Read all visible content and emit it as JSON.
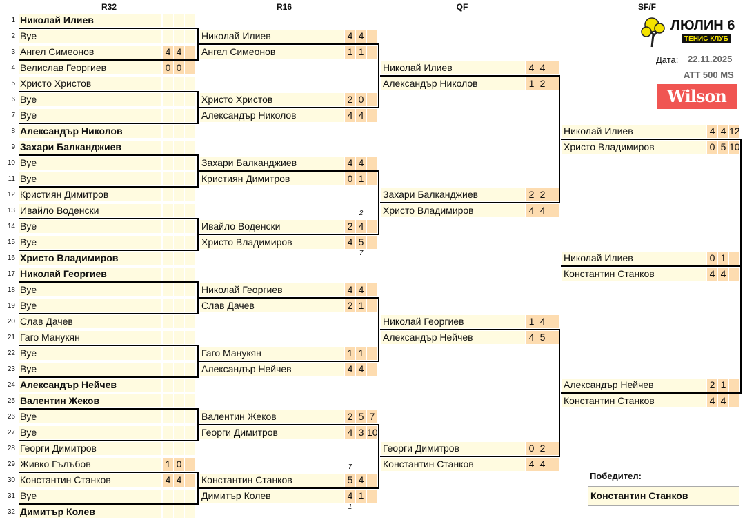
{
  "headers": {
    "r32": "R32",
    "r16": "R16",
    "qf": "QF",
    "sf": "SF/F"
  },
  "club": {
    "name": "ЛЮЛИН 6",
    "subtitle": "ТЕНИС КЛУБ"
  },
  "info": {
    "date_label": "Дата:",
    "date": "22.11.2025",
    "category": "ATT 500 MS"
  },
  "sponsor": "Wilson",
  "colors": {
    "name_bg": "#fffbe0",
    "score_bg": "#fddcb0",
    "sponsor": "#f05552",
    "logo_yellow": "#f4e300"
  },
  "r32": [
    {
      "num": "1",
      "name": "Николай Илиев",
      "seed": true,
      "scores": []
    },
    {
      "num": "2",
      "name": "Bye",
      "scores": []
    },
    {
      "num": "3",
      "name": "Ангел Симеонов",
      "scores": [
        "4",
        "4"
      ]
    },
    {
      "num": "4",
      "name": "Велислав Георгиев",
      "scores": [
        "0",
        "0"
      ]
    },
    {
      "num": "5",
      "name": "Христо Христов",
      "scores": []
    },
    {
      "num": "6",
      "name": "Bye",
      "scores": []
    },
    {
      "num": "7",
      "name": "Bye",
      "scores": []
    },
    {
      "num": "8",
      "name": "Александър Николов",
      "seed": true,
      "scores": []
    },
    {
      "num": "9",
      "name": "Захари Балканджиев",
      "seed": true,
      "scores": []
    },
    {
      "num": "10",
      "name": "Bye",
      "scores": []
    },
    {
      "num": "11",
      "name": "Bye",
      "scores": []
    },
    {
      "num": "12",
      "name": "Кристиян Димитров",
      "scores": []
    },
    {
      "num": "13",
      "name": "Ивайло Воденски",
      "scores": []
    },
    {
      "num": "14",
      "name": "Bye",
      "scores": []
    },
    {
      "num": "15",
      "name": "Bye",
      "scores": []
    },
    {
      "num": "16",
      "name": "Христо Владимиров",
      "seed": true,
      "scores": []
    },
    {
      "num": "17",
      "name": "Николай Георгиев",
      "seed": true,
      "scores": []
    },
    {
      "num": "18",
      "name": "Bye",
      "scores": []
    },
    {
      "num": "19",
      "name": "Bye",
      "scores": []
    },
    {
      "num": "20",
      "name": "Слав Дачев",
      "scores": []
    },
    {
      "num": "21",
      "name": "Гаго Манукян",
      "scores": []
    },
    {
      "num": "22",
      "name": "Bye",
      "scores": []
    },
    {
      "num": "23",
      "name": "Bye",
      "scores": []
    },
    {
      "num": "24",
      "name": "Александър Нейчев",
      "seed": true,
      "scores": []
    },
    {
      "num": "25",
      "name": "Валентин Жеков",
      "seed": true,
      "scores": []
    },
    {
      "num": "26",
      "name": "Bye",
      "scores": []
    },
    {
      "num": "27",
      "name": "Bye",
      "scores": []
    },
    {
      "num": "28",
      "name": "Георги Димитров",
      "scores": []
    },
    {
      "num": "29",
      "name": "Живко Гълъбов",
      "scores": [
        "1",
        "0"
      ]
    },
    {
      "num": "30",
      "name": "Константин Станков",
      "scores": [
        "4",
        "4"
      ]
    },
    {
      "num": "31",
      "name": "Bye",
      "scores": []
    },
    {
      "num": "32",
      "name": "Димитър Колев",
      "seed": true,
      "scores": []
    }
  ],
  "r16": [
    {
      "name": "Николай Илиев",
      "scores": [
        "4",
        "4"
      ]
    },
    {
      "name": "Ангел Симеонов",
      "scores": [
        "1",
        "1"
      ]
    },
    {
      "name": "Христо Христов",
      "scores": [
        "2",
        "0"
      ]
    },
    {
      "name": "Александър Николов",
      "scores": [
        "4",
        "4"
      ]
    },
    {
      "name": "Захари Балканджиев",
      "scores": [
        "4",
        "4"
      ]
    },
    {
      "name": "Кристиян Димитров",
      "scores": [
        "0",
        "1"
      ]
    },
    {
      "name": "Ивайло Воденски",
      "scores": [
        "2",
        "4"
      ],
      "tiebreak": {
        "set": 2,
        "value": "2"
      }
    },
    {
      "name": "Христо Владимиров",
      "scores": [
        "4",
        "5"
      ],
      "tiebreak": {
        "set": 2,
        "value": "7"
      }
    },
    {
      "name": "Николай Георгиев",
      "scores": [
        "4",
        "4"
      ]
    },
    {
      "name": "Слав Дачев",
      "scores": [
        "2",
        "1"
      ]
    },
    {
      "name": "Гаго Манукян",
      "scores": [
        "1",
        "1"
      ]
    },
    {
      "name": "Александър Нейчев",
      "scores": [
        "4",
        "4"
      ]
    },
    {
      "name": "Валентин Жеков",
      "scores": [
        "2",
        "5",
        "7"
      ]
    },
    {
      "name": "Георги Димитров",
      "scores": [
        "4",
        "3",
        "10"
      ]
    },
    {
      "name": "Константин Станков",
      "scores": [
        "5",
        "4"
      ],
      "tiebreak": {
        "set": 1,
        "value": "7"
      }
    },
    {
      "name": "Димитър Колев",
      "scores": [
        "4",
        "1"
      ],
      "tiebreak": {
        "set": 1,
        "value": "1"
      }
    }
  ],
  "qf": [
    {
      "name": "Николай Илиев",
      "scores": [
        "4",
        "4"
      ]
    },
    {
      "name": "Александър Николов",
      "scores": [
        "1",
        "2"
      ]
    },
    {
      "name": "Захари Балканджиев",
      "scores": [
        "2",
        "2"
      ]
    },
    {
      "name": "Христо Владимиров",
      "scores": [
        "4",
        "4"
      ]
    },
    {
      "name": "Николай Георгиев",
      "scores": [
        "1",
        "4"
      ]
    },
    {
      "name": "Александър Нейчев",
      "scores": [
        "4",
        "5"
      ]
    },
    {
      "name": "Георги Димитров",
      "scores": [
        "0",
        "2"
      ]
    },
    {
      "name": "Константин Станков",
      "scores": [
        "4",
        "4"
      ]
    }
  ],
  "sf": [
    {
      "name": "Николай Илиев",
      "scores": [
        "4",
        "4",
        "12"
      ]
    },
    {
      "name": "Христо Владимиров",
      "scores": [
        "0",
        "5",
        "10"
      ]
    },
    {
      "name": "Александър Нейчев",
      "scores": [
        "2",
        "1"
      ]
    },
    {
      "name": "Константин Станков",
      "scores": [
        "4",
        "4"
      ]
    }
  ],
  "final": [
    {
      "name": "Николай Илиев",
      "scores": [
        "0",
        "1"
      ]
    },
    {
      "name": "Константин Станков",
      "scores": [
        "4",
        "4"
      ]
    }
  ],
  "winner": {
    "label": "Победител:",
    "name": "Константин Станков"
  }
}
